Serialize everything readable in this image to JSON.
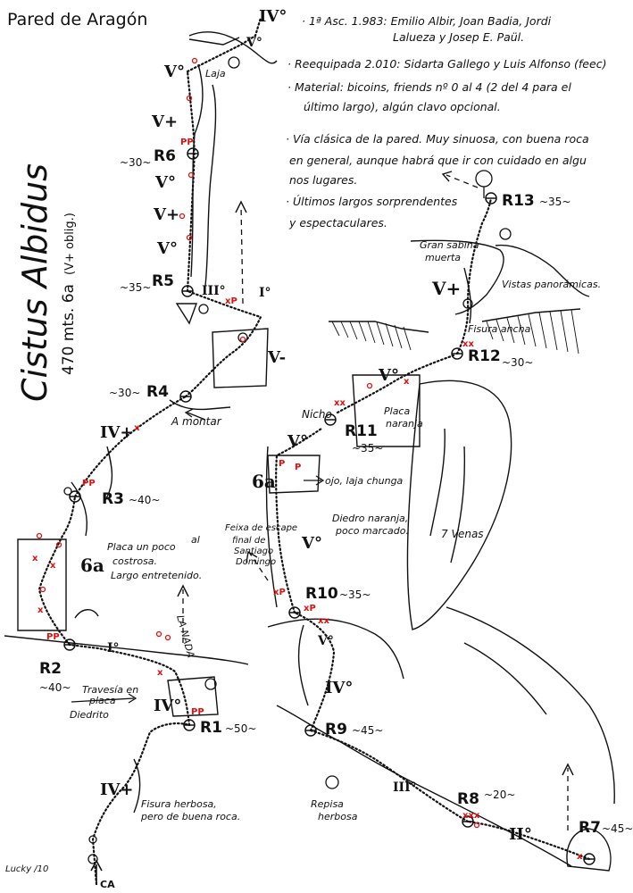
{
  "header": {
    "wall_name": "Pared de Aragón"
  },
  "route": {
    "name": "Cistus Albidus",
    "length_grade": "470 mts. 6a",
    "note": "(V+ oblig.)"
  },
  "info": [
    "· 1ª Asc. 1.983: Emilio Albir, Joan Badia, Jordi",
    "Lalueza y Josep E. Paül.",
    "· Reequipada 2.010: Sidarta Gallego y Luis Alfonso (feec)",
    "· Material: bicoins, friends nº 0 al 4 (2 del 4 para el",
    "último largo), algún clavo opcional.",
    "· Vía clásica de la pared. Muy sinuosa, con buena roca",
    "en general, aunque habrá que ir con cuidado en algu",
    "nos lugares.",
    "· Últimos largos sorprendentes",
    "y espectaculares."
  ],
  "belays": [
    {
      "id": "R1",
      "meters": "~50~"
    },
    {
      "id": "R2",
      "meters": "~40~"
    },
    {
      "id": "R3",
      "meters": "~40~"
    },
    {
      "id": "R4",
      "meters": "~30~"
    },
    {
      "id": "R5",
      "meters": "~35~"
    },
    {
      "id": "R6",
      "meters": "~30~"
    },
    {
      "id": "R7",
      "meters": "~45~"
    },
    {
      "id": "R8",
      "meters": "~20~"
    },
    {
      "id": "R9",
      "meters": "~45~"
    },
    {
      "id": "R10",
      "meters": "~35~"
    },
    {
      "id": "R11",
      "meters": "~35~"
    },
    {
      "id": "R12",
      "meters": "~30~"
    },
    {
      "id": "R13",
      "meters": "~35~"
    }
  ],
  "grades": {
    "g_top1": "IV°",
    "g_top2": "V°",
    "g_left_v1": "V°",
    "g_left_vplus1": "V+",
    "g_left_v2": "V°",
    "g_left_vplus2": "V+",
    "g_left_v3": "V°",
    "g_r5_iii": "III°",
    "g_r5_i": "I°",
    "g_vminus": "V-",
    "g_ivplus_r4": "IV+",
    "g_6a_left": "6a",
    "g_i_r2": "I°",
    "g_iv_r1": "IV°",
    "g_ivplus_bottom": "IV+",
    "g_v_r11": "V°",
    "g_v_r10a": "V°",
    "g_6a_mid": "6a",
    "g_v_diedro": "V°",
    "g_v_r10b": "V°",
    "g_iv_r9": "IV°",
    "g_iii_r8": "III°",
    "g_ii_r7": "II°",
    "g_vplus_top": "V+"
  },
  "labels": {
    "laja": "Laja",
    "a_montar": "A montar",
    "placa_line1": "Placa un poco",
    "placa_line2": "costrosa.",
    "placa_line3": "Largo entretenido.",
    "la_nada": "LA NADA",
    "travesia_line1": "Travesía en",
    "travesia_line2": "placa",
    "diedrito": "Diedrito",
    "fisura_line1": "Fisura herbosa,",
    "fisura_line2": "pero de buena roca.",
    "ca": "CA",
    "author": "Lucky /10",
    "al": "al",
    "feixa_line1": "Feixa de escape",
    "feixa_line2": "final de",
    "feixa_line3": "Santiago",
    "feixa_line4": "Domingo",
    "nicho": "Nicho",
    "placa_naranja_line1": "Placa",
    "placa_naranja_line2": "naranja",
    "ojo": "ojo, laja chunga",
    "diedro_line1": "Diedro naranja,",
    "diedro_line2": "poco marcado.",
    "venas": "7 Venas",
    "repisa_line1": "Repisa",
    "repisa_line2": "herbosa",
    "sabina_line1": "Gran sabina",
    "sabina_line2": "muerta",
    "vistas": "Vistas panorámicas.",
    "fisura_ancha": "Fisura ancha"
  },
  "gear_marks": {
    "p": "P",
    "pp": "PP",
    "xp": "xP",
    "xx": "xx",
    "xxx": "xxx",
    "x": "x"
  }
}
